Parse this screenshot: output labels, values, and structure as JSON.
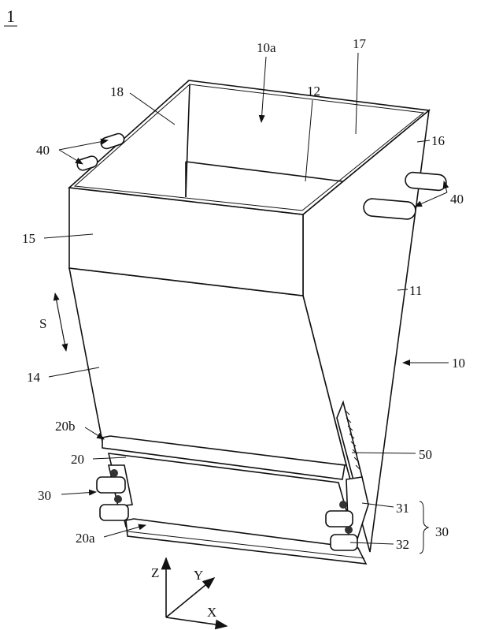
{
  "figure": {
    "number": "1",
    "labels": {
      "l10a": "10a",
      "l17": "17",
      "l18": "18",
      "l12": "12",
      "l16": "16",
      "l40_left": "40",
      "l40_right": "40",
      "l15": "15",
      "l11": "11",
      "lS": "S",
      "l14": "14",
      "l10": "10",
      "l20b": "20b",
      "l20": "20",
      "l50": "50",
      "l30_left": "30",
      "l31": "31",
      "l30_right": "30",
      "l20a": "20a",
      "l32": "32"
    },
    "axes": {
      "z": "Z",
      "y": "Y",
      "x": "X"
    }
  }
}
